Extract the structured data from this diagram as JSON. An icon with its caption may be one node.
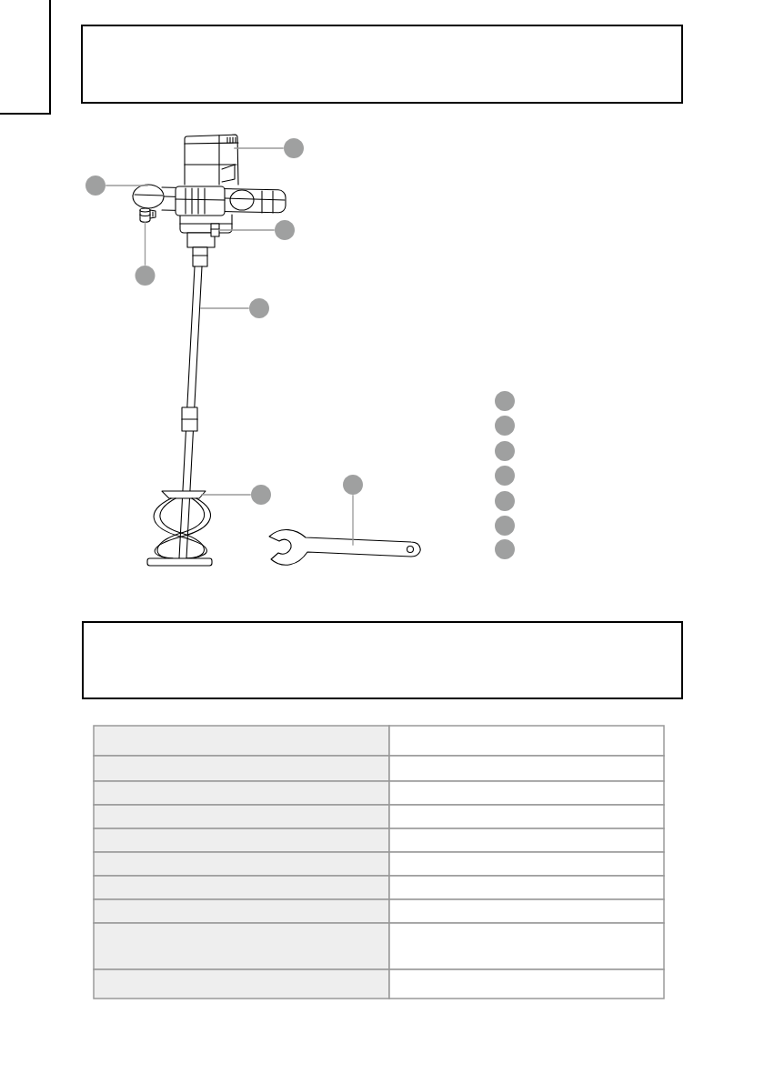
{
  "diagram": {
    "nodes": [
      {
        "text": [],
        "shape": "box"
      },
      {
        "text": [],
        "shape": "circle"
      },
      {
        "text": [],
        "shape": "circle"
      },
      {
        "text": [],
        "shape": "circle"
      },
      {
        "text": [],
        "shape": "circle"
      },
      {
        "text": [],
        "shape": "circle"
      },
      {
        "text": [],
        "shape": "circle"
      },
      {
        "text": [],
        "shape": "circle"
      },
      {
        "text": [],
        "shape": "picture"
      },
      {
        "text": [],
        "shape": "picture"
      },
      {
        "text": [],
        "shape": "picture"
      },
      {
        "text": [],
        "shape": "picture"
      },
      {
        "text": [],
        "shape": "picture"
      },
      {
        "text": [],
        "shape": "picture"
      },
      {
        "text": [],
        "shape": "picture"
      },
      {
        "text": [],
        "shape": "circle"
      },
      {
        "text": [],
        "shape": "circle"
      },
      {
        "text": [],
        "shape": "circle"
      },
      {
        "text": [],
        "shape": "circle"
      },
      {
        "text": [],
        "shape": "circle"
      },
      {
        "text": [],
        "shape": "circle"
      },
      {
        "text": [],
        "shape": "circle"
      },
      {
        "text": [],
        "shape": "box"
      }
    ],
    "edges": [
      {
        "from": 1,
        "to": 8,
        "arrow": "none"
      },
      {
        "from": 2,
        "to": 9,
        "arrow": "none"
      },
      {
        "from": 3,
        "to": 10,
        "arrow": "none"
      },
      {
        "from": 4,
        "to": 11,
        "arrow": "none"
      },
      {
        "from": 5,
        "to": 12,
        "arrow": "none"
      },
      {
        "from": 6,
        "to": 13,
        "arrow": "none"
      },
      {
        "from": 7,
        "to": 14,
        "arrow": "none"
      }
    ]
  }
}
